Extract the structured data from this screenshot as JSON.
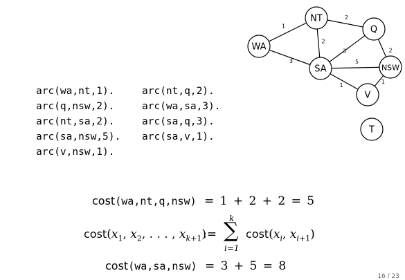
{
  "graph": {
    "nodes": [
      {
        "id": "WA",
        "label": "WA"
      },
      {
        "id": "NT",
        "label": "NT"
      },
      {
        "id": "Q",
        "label": "Q"
      },
      {
        "id": "SA",
        "label": "SA"
      },
      {
        "id": "NSW",
        "label": "NSW"
      },
      {
        "id": "V",
        "label": "V"
      },
      {
        "id": "T",
        "label": "T"
      }
    ],
    "edges": [
      {
        "from": "WA",
        "to": "NT",
        "weight": "1"
      },
      {
        "from": "NT",
        "to": "Q",
        "weight": "2"
      },
      {
        "from": "WA",
        "to": "SA",
        "weight": "3"
      },
      {
        "from": "NT",
        "to": "SA",
        "weight": "2"
      },
      {
        "from": "SA",
        "to": "Q",
        "weight": "3"
      },
      {
        "from": "Q",
        "to": "NSW",
        "weight": "2"
      },
      {
        "from": "SA",
        "to": "NSW",
        "weight": "5"
      },
      {
        "from": "SA",
        "to": "V",
        "weight": "1"
      },
      {
        "from": "V",
        "to": "NSW",
        "weight": "1"
      }
    ]
  },
  "facts": {
    "col1": [
      "arc(wa,nt,1).",
      "arc(q,nsw,2).",
      "arc(nt,sa,2).",
      "arc(sa,nsw,5).",
      "arc(v,nsw,1)."
    ],
    "col2": [
      "arc(nt,q,2).",
      "arc(wa,sa,3).",
      "arc(sa,q,3).",
      "arc(sa,v,1)."
    ]
  },
  "equations": {
    "eq1": {
      "fn": "cost",
      "args": "(wa,nt,q,nsw)",
      "rhs": "= 1 + 2 + 2 = 5"
    },
    "eq2": {
      "fn": "cost",
      "op": ":=",
      "sum_sym": "∑",
      "sum_top": "k",
      "sum_bottom": "i=1"
    },
    "eq3": {
      "fn": "cost",
      "args": "(wa,sa,nsw)",
      "rhs": "= 3 + 5 = 8"
    }
  },
  "slide_number": "16 / 23"
}
